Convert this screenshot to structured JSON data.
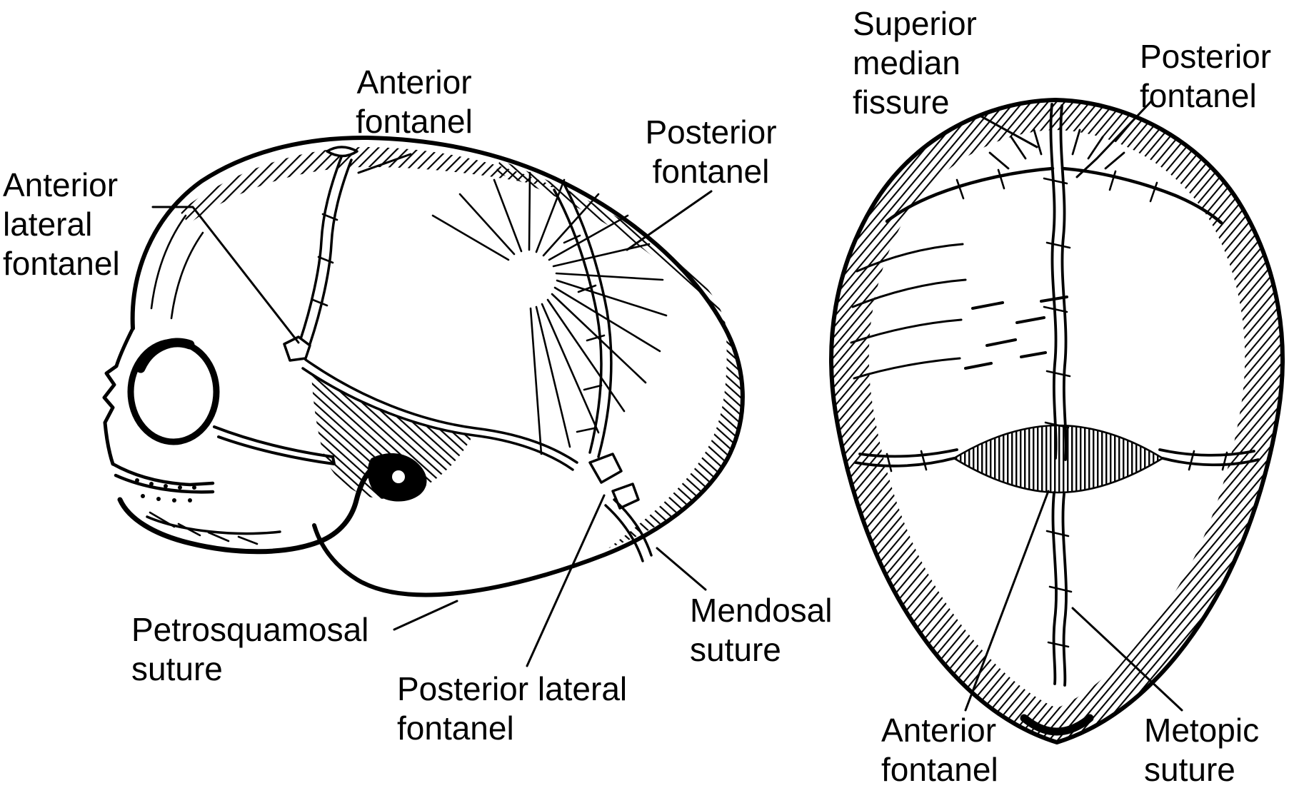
{
  "figure": {
    "colors": {
      "ink": "#000000",
      "background": "#ffffff"
    },
    "views": {
      "lateral": {
        "labels": {
          "anterior_fontanel": "Anterior\nfontanel",
          "posterior_fontanel": "Posterior\nfontanel",
          "anterior_lateral_fontanel": "Anterior\nlateral\nfontanel",
          "petrosquamosal_suture": "Petrosquamosal\nsuture",
          "posterior_lateral_fontanel": "Posterior lateral\nfontanel",
          "mendosal_suture": "Mendosal\nsuture"
        }
      },
      "superior": {
        "labels": {
          "superior_median_fissure": "Superior\nmedian\nfissure",
          "posterior_fontanel": "Posterior\nfontanel",
          "anterior_fontanel": "Anterior\nfontanel",
          "metopic_suture": "Metopic\nsuture"
        }
      }
    }
  }
}
